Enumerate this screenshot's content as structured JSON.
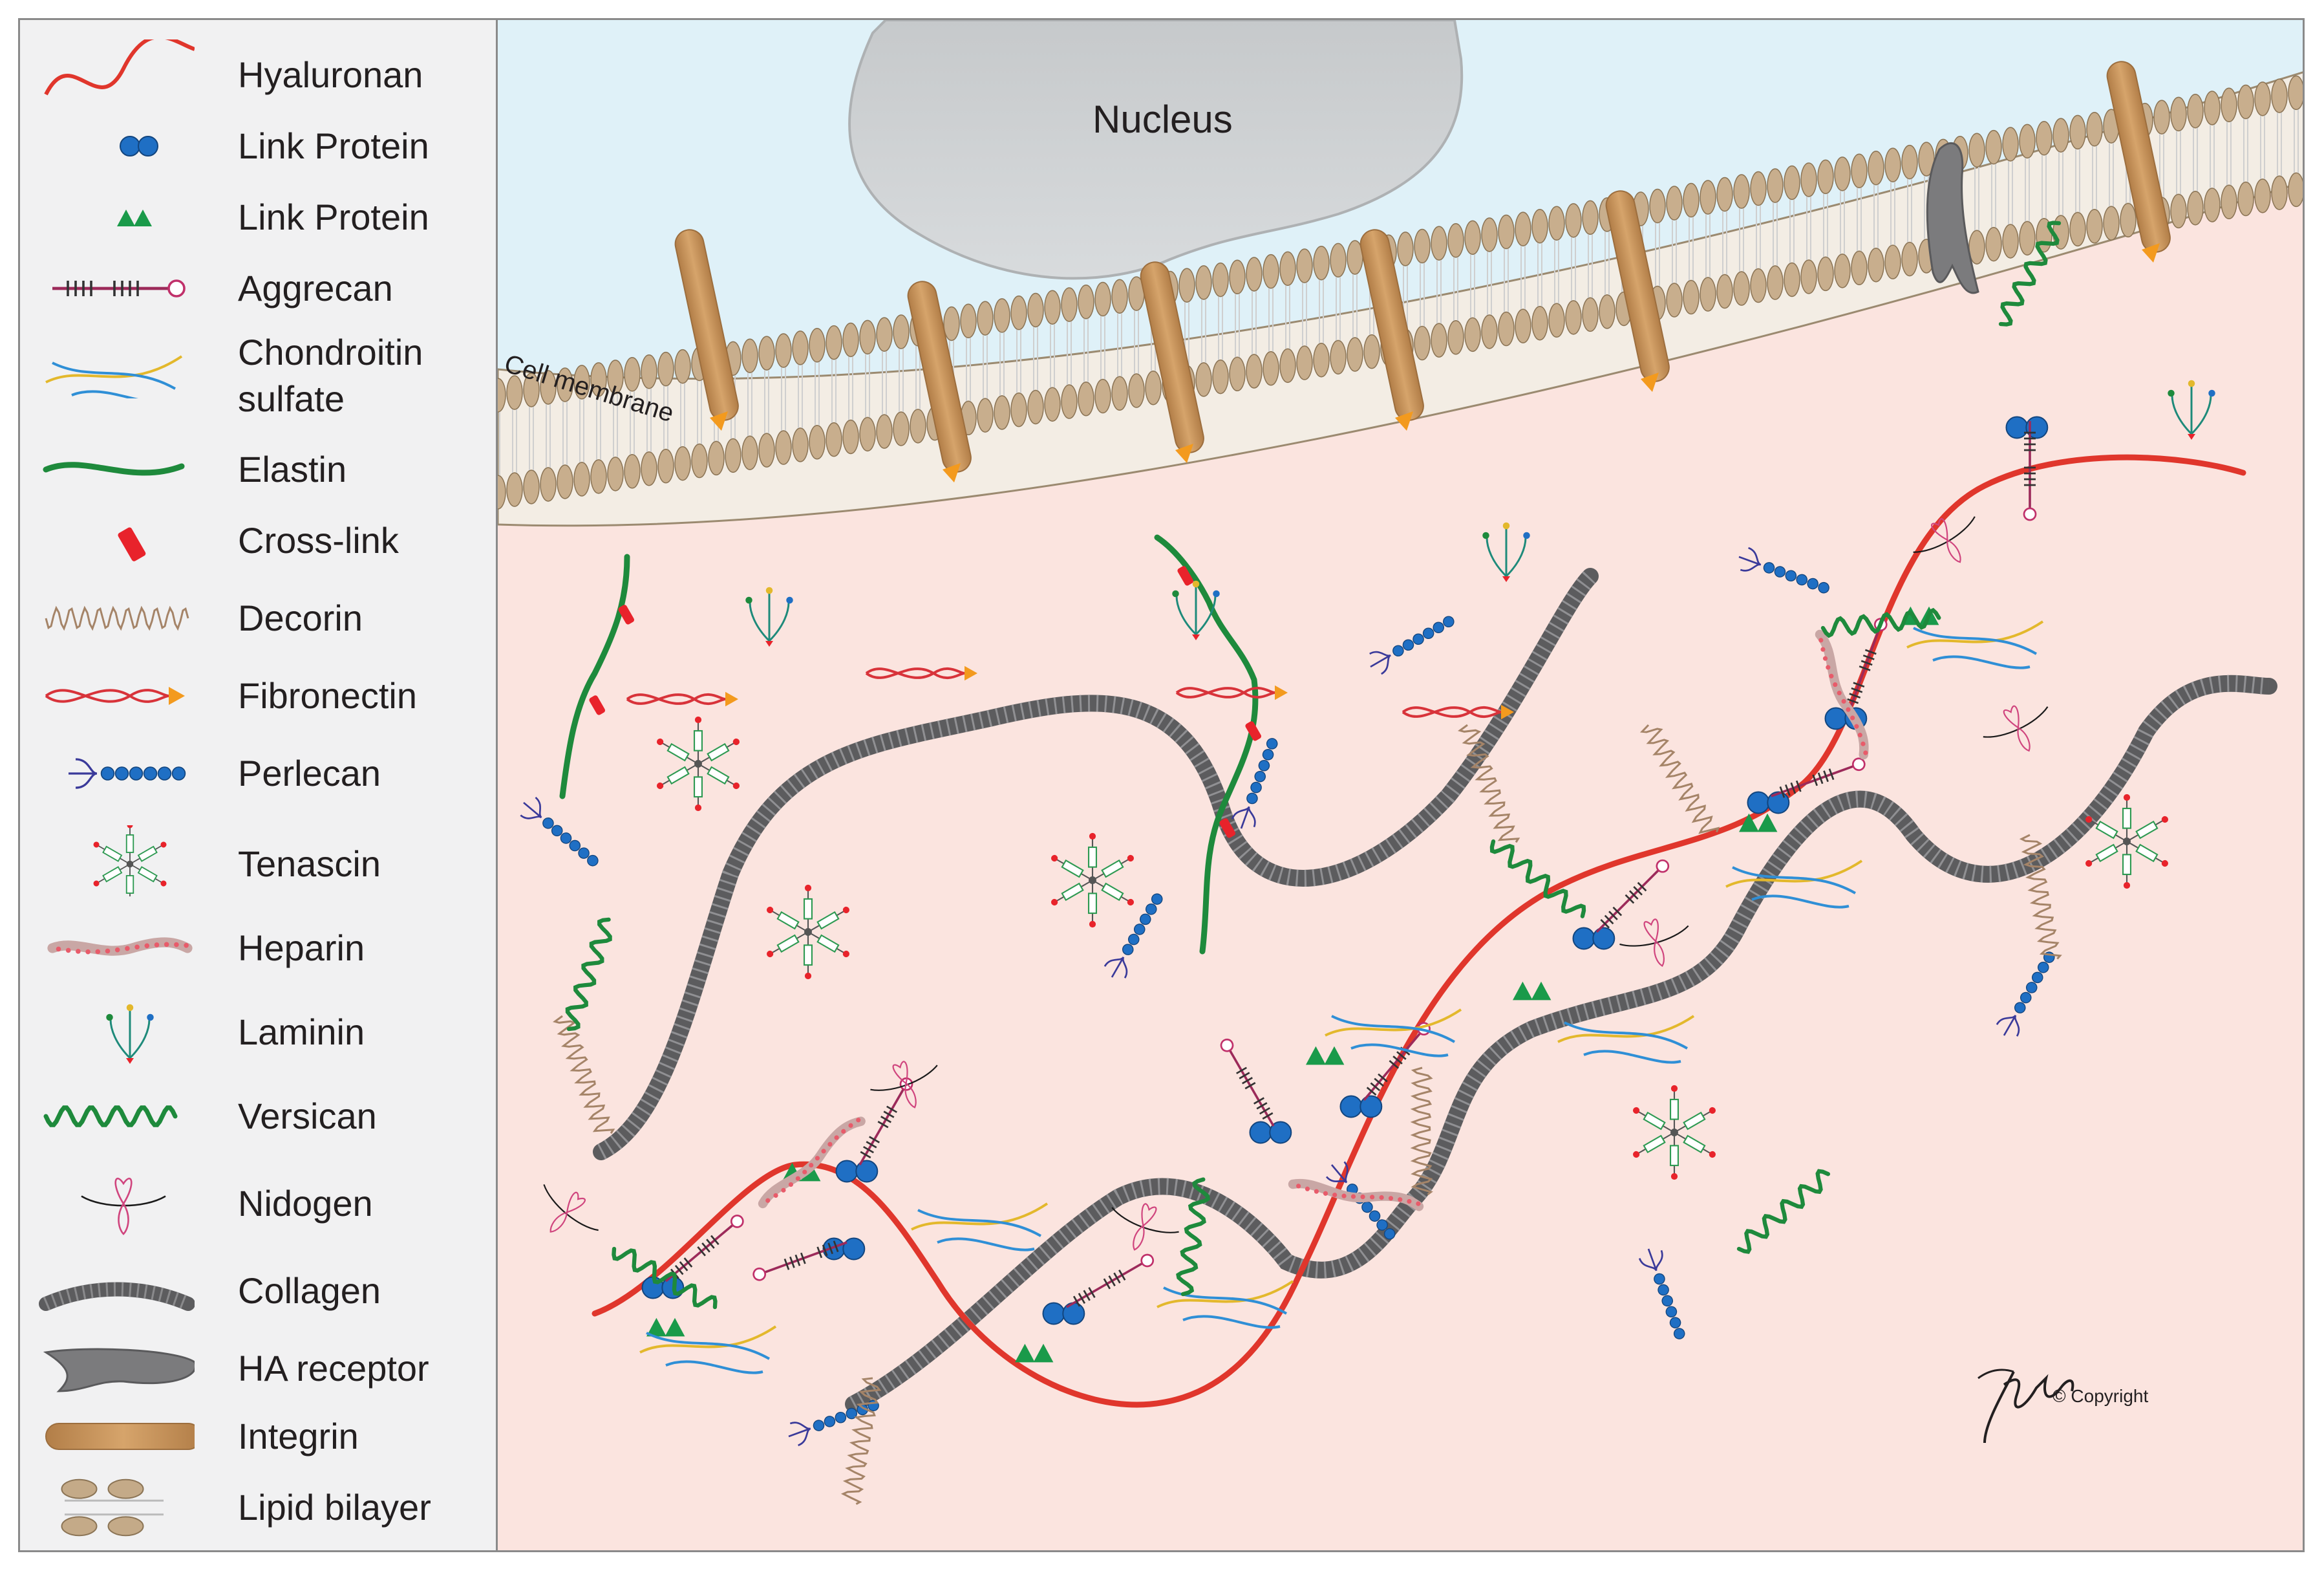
{
  "legend": [
    {
      "label": "Hyaluronan",
      "icon": "hyaluronan-icon"
    },
    {
      "label": "Link Protein",
      "icon": "link-protein-circle-icon"
    },
    {
      "label": "Link Protein",
      "icon": "link-protein-triangle-icon"
    },
    {
      "label": "Aggrecan",
      "icon": "aggrecan-icon"
    },
    {
      "label": "Chondroitin\nsulfate",
      "icon": "chondroitin-sulfate-icon"
    },
    {
      "label": "Elastin",
      "icon": "elastin-icon"
    },
    {
      "label": "Cross-link",
      "icon": "cross-link-icon"
    },
    {
      "label": "Decorin",
      "icon": "decorin-icon"
    },
    {
      "label": "Fibronectin",
      "icon": "fibronectin-icon"
    },
    {
      "label": "Perlecan",
      "icon": "perlecan-icon"
    },
    {
      "label": "Tenascin",
      "icon": "tenascin-icon"
    },
    {
      "label": "Heparin",
      "icon": "heparin-icon"
    },
    {
      "label": "Laminin",
      "icon": "laminin-icon"
    },
    {
      "label": "Versican",
      "icon": "versican-icon"
    },
    {
      "label": "Nidogen",
      "icon": "nidogen-icon"
    },
    {
      "label": "Collagen",
      "icon": "collagen-icon"
    },
    {
      "label": "HA receptor",
      "icon": "ha-receptor-icon"
    },
    {
      "label": "Integrin",
      "icon": "integrin-icon"
    },
    {
      "label": "Lipid bilayer",
      "icon": "lipid-bilayer-icon"
    }
  ],
  "diagram": {
    "nucleus_label": "Nucleus",
    "membrane_label": "Cell membrane",
    "copyright_label": "© Copyright"
  },
  "colors": {
    "hyaluronan": "#e0362c",
    "link_protein_circle": "#1f6fc4",
    "link_protein_triangle": "#1a9a4a",
    "elastin": "#1e8a3c",
    "collagen": "#5c5c5e",
    "integrin": "#c9955c",
    "ha_receptor": "#7b7b7d",
    "nidogen": "#d0457e",
    "chondroitin_yellow": "#e3b82c",
    "chondroitin_blue": "#2f8fd6",
    "extracellular": "#fbe4df",
    "cytoplasm": "#dff1f8",
    "nucleus": "#cdd0d2"
  }
}
